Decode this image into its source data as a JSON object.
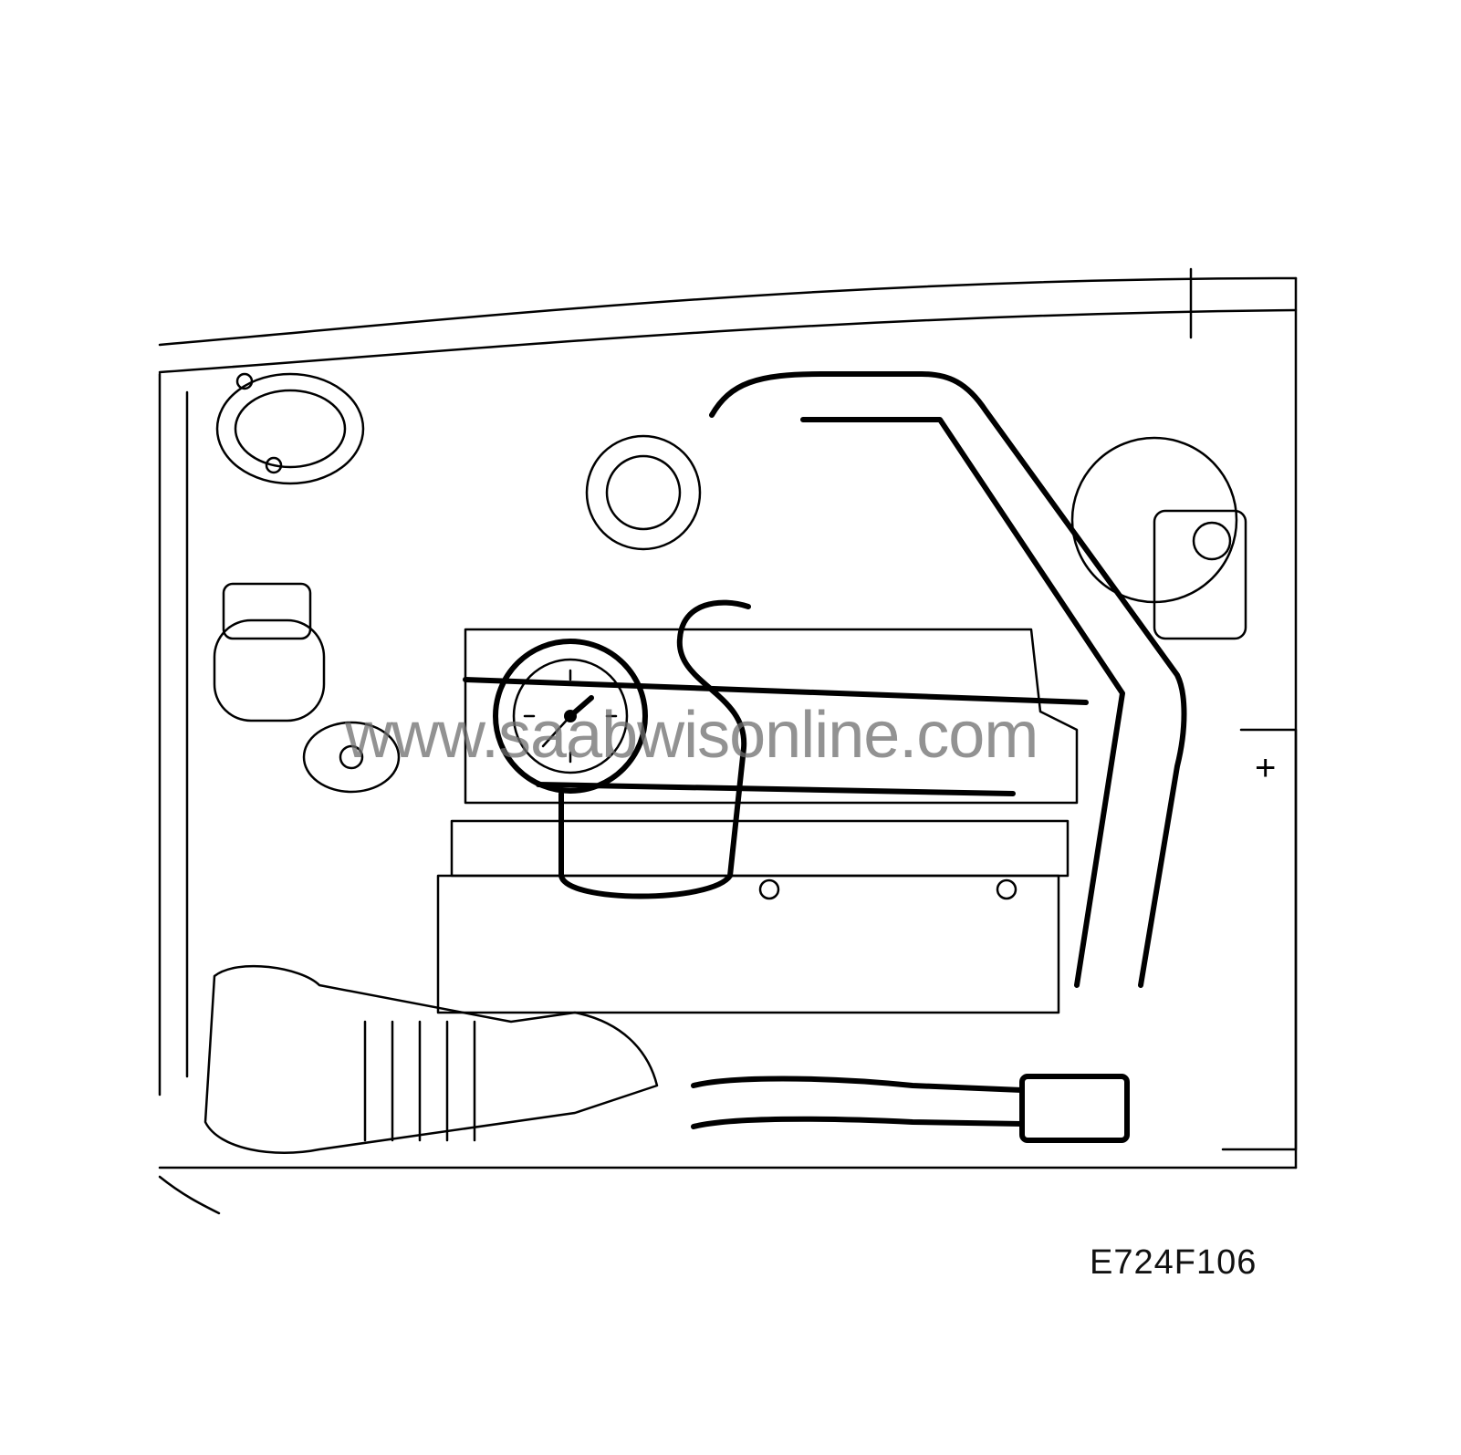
{
  "figure": {
    "id_label": "E724F106",
    "watermark": "www.saabwisonline.com",
    "subject": "engine-bay-with-compression-gauge",
    "colors": {
      "line": "#000000",
      "background": "#ffffff",
      "watermark": "#6e6e6e"
    }
  }
}
